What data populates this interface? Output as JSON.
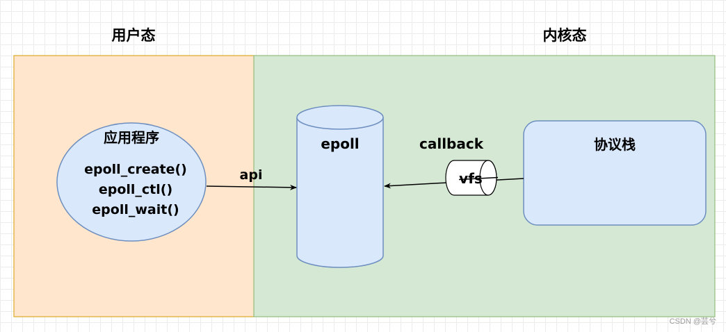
{
  "zones": {
    "user": {
      "title": "用户态",
      "fill": "#ffe6cc",
      "stroke": "#d79b00"
    },
    "kernel": {
      "title": "内核态",
      "fill": "#d5e8d4",
      "stroke": "#82b366"
    }
  },
  "app": {
    "title": "应用程序",
    "calls": [
      "epoll_create()",
      "epoll_ctl()",
      "epoll_wait()"
    ],
    "fill": "#dae8fc",
    "stroke": "#6c8ebf"
  },
  "epoll": {
    "label": "epoll"
  },
  "stack": {
    "label": "协议栈"
  },
  "vfs": {
    "label": "vfs"
  },
  "edges": {
    "api": "api",
    "callback": "callback"
  },
  "watermark": "CSDN @芸兮"
}
